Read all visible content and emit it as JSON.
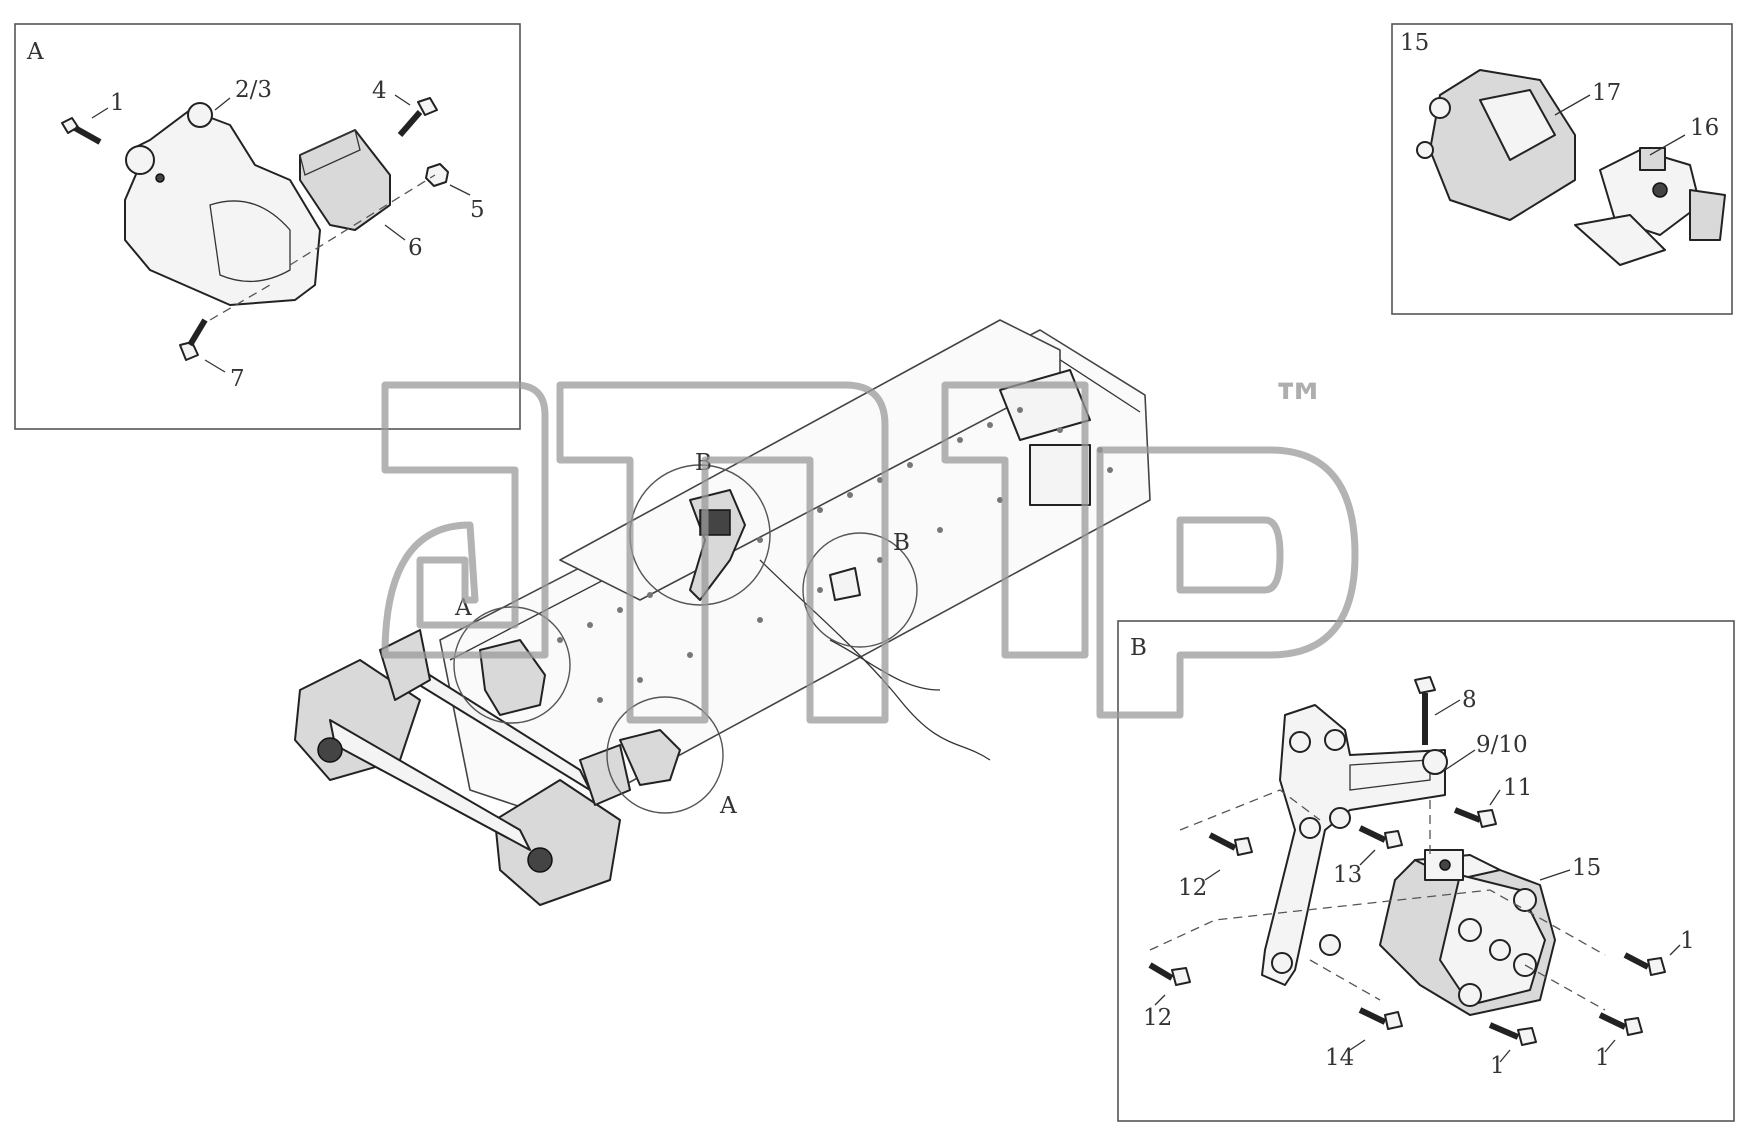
{
  "watermark": {
    "text": "™"
  },
  "detail_a": {
    "title": "A",
    "callouts": [
      "1",
      "2/3",
      "4",
      "5",
      "6",
      "7"
    ]
  },
  "detail_15": {
    "title": "15",
    "callouts": [
      "17",
      "16"
    ]
  },
  "detail_b": {
    "title": "B",
    "callouts": [
      "8",
      "9/10",
      "11",
      "12",
      "13",
      "15",
      "1",
      "12",
      "14",
      "1",
      "1"
    ]
  },
  "main_view": {
    "callouts": [
      "B",
      "B",
      "A",
      "A"
    ]
  }
}
